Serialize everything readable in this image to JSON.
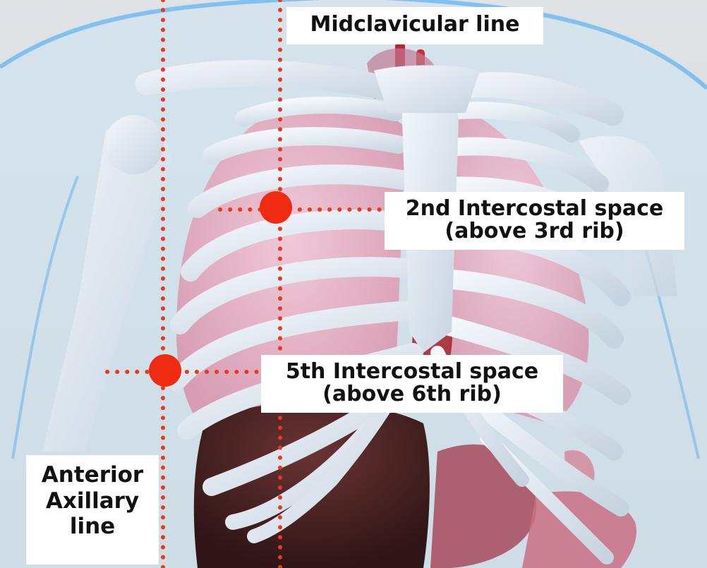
{
  "labels": {
    "midclavicular": "Midclavicular line",
    "intercostal_2_line1": "2nd Intercostal space",
    "intercostal_2_line2": "(above 3rd rib)",
    "intercostal_5_line1": "5th Intercostal space",
    "intercostal_5_line2": "(above 6th rib)",
    "axillary_line1": "Anterior",
    "axillary_line2": "Axillary",
    "axillary_line3": "line"
  },
  "colors": {
    "marker": "#ef2b12",
    "dotted_line": "#e63a1c",
    "label_background": "#ffffff",
    "label_text": "#111111",
    "bone": "#e8eef6",
    "lung": "#e8b4c6",
    "liver": "#4a2424",
    "skin_outline": "#6fb6ec",
    "background": "#e4e7ea"
  }
}
